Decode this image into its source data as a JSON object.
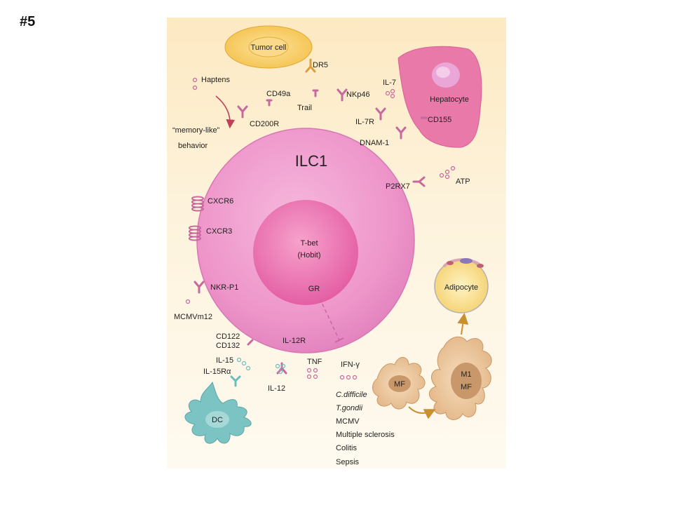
{
  "slide_number": "#5",
  "labels": {
    "tumor_cell": "Tumor cell",
    "dr5": "DR5",
    "haptens": "Haptens",
    "memory_like": "“memory-like”",
    "behavior": "behavior",
    "cd49a": "CD49a",
    "trail": "Trail",
    "nkp46": "NKp46",
    "il7": "IL-7",
    "il7r": "IL-7R",
    "cd200r": "CD200R",
    "dnam1": "DNAM-1",
    "hepatocyte": "Hepatocyte",
    "cd155": "CD155",
    "ilc1": "ILC1",
    "p2rx7": "P2RX7",
    "atp": "ATP",
    "cxcr6": "CXCR6",
    "cxcr3": "CXCR3",
    "tbet": "T-bet",
    "hobit": "(Hobit)",
    "nkrp1": "NKR-P1",
    "gr": "GR",
    "mcmvm12": "MCMVm12",
    "adipocyte": "Adipocyte",
    "cd122": "CD122",
    "cd132": "CD132",
    "il12r": "IL-12R",
    "il15": "IL-15",
    "il15ra": "IL-15Rα",
    "tnf": "TNF",
    "ifng": "IFN-γ",
    "il12": "IL-12",
    "mf": "MF",
    "m1": "M1",
    "m1_mf": "MF",
    "dc": "DC"
  },
  "diseases": [
    "C.difficile",
    "T.gondii",
    "MCMV",
    "Multiple sclerosis",
    "Colitis",
    "Sepsis"
  ],
  "colors": {
    "background_cream": "#fdf0d2",
    "cell_pink": "#ec8fc8",
    "nucleus_pink": "#e860a8",
    "receptor": "#c8689e",
    "tumor_yellow": "#f7cd62",
    "hepatocyte_pink": "#e879a8",
    "dc_teal": "#7cc4c4",
    "macrophage_tan": "#e8c49a",
    "arrow_red": "#c0405a",
    "arrow_gold": "#c99030"
  }
}
